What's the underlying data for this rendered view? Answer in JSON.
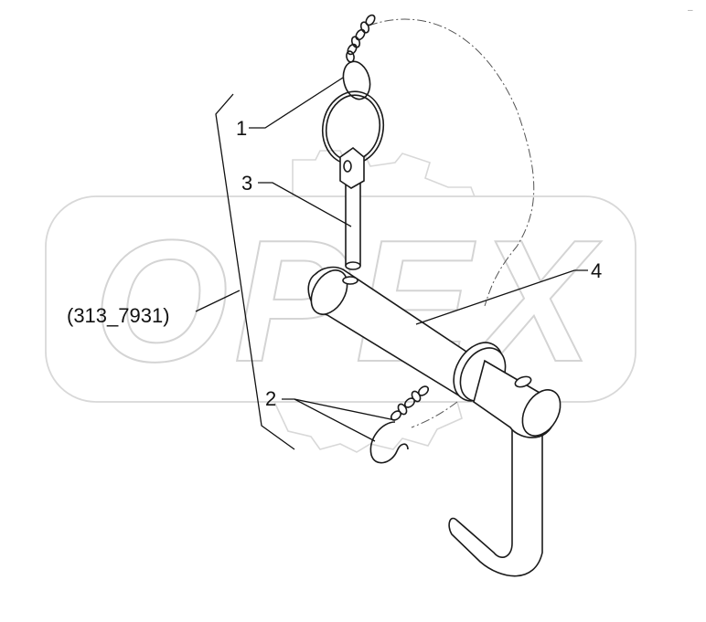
{
  "watermark": {
    "text": "OPEX"
  },
  "reference": {
    "text": "(313_7931)"
  },
  "callouts": [
    {
      "id": "1",
      "label": "1"
    },
    {
      "id": "2",
      "label": "2"
    },
    {
      "id": "3",
      "label": "3"
    },
    {
      "id": "4",
      "label": "4"
    }
  ],
  "corner_mark": {
    "text": "–"
  }
}
